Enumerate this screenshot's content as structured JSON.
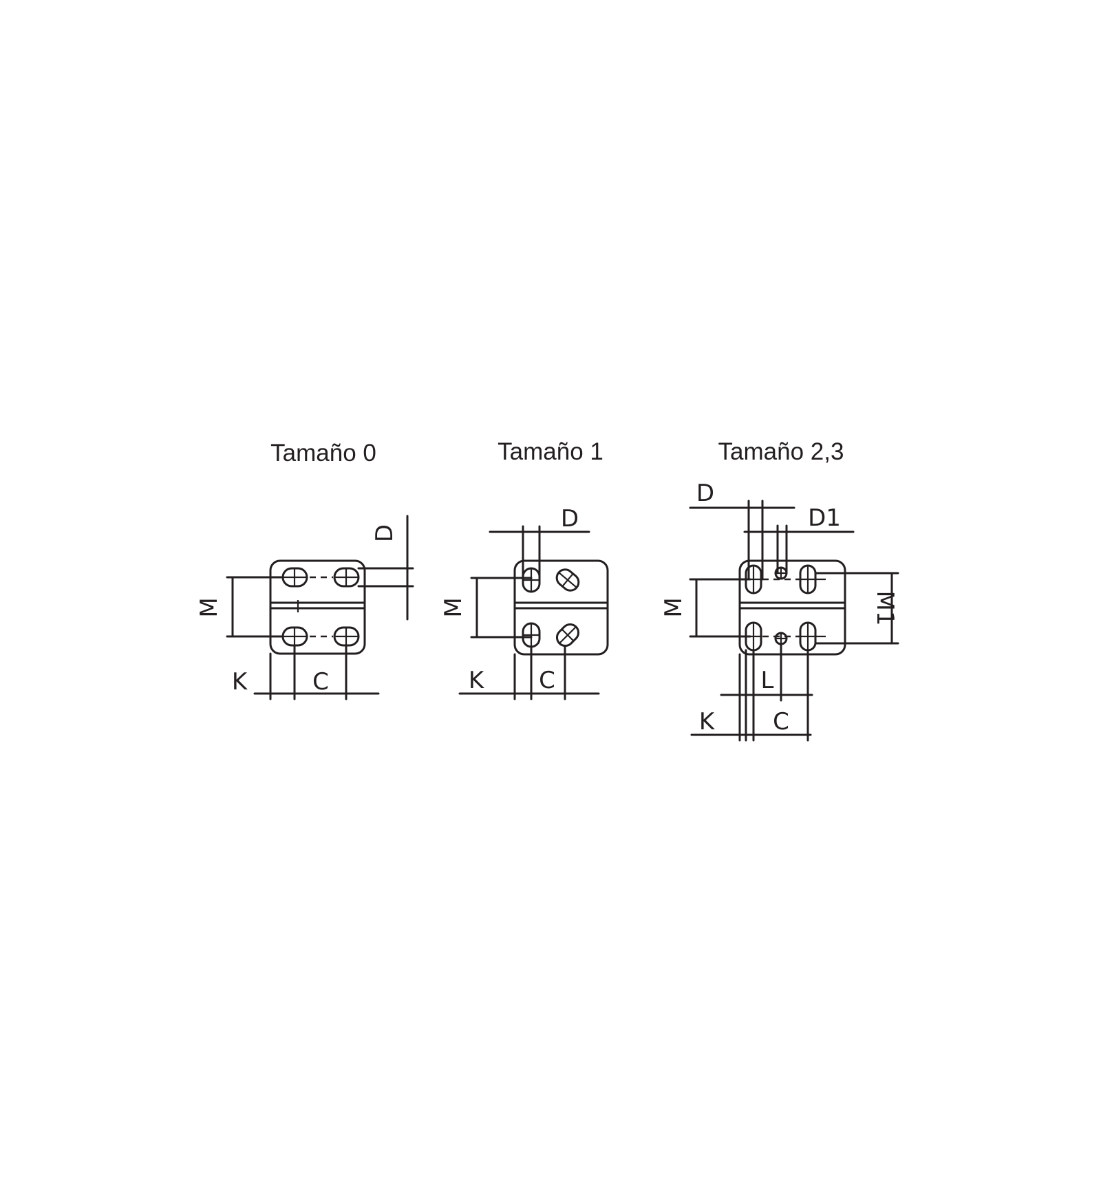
{
  "figures": [
    {
      "id": "size-0",
      "title": "Tamaño 0",
      "labels": {
        "D": "D",
        "M": "M",
        "K": "K",
        "C": "C"
      }
    },
    {
      "id": "size-1",
      "title": "Tamaño 1",
      "labels": {
        "D": "D",
        "M": "M",
        "K": "K",
        "C": "C"
      }
    },
    {
      "id": "size-2-3",
      "title": "Tamaño 2,3",
      "labels": {
        "D": "D",
        "D1": "D1",
        "M": "M",
        "M1": "M1",
        "L": "L",
        "K": "K",
        "C": "C"
      }
    }
  ],
  "colors": {
    "ink": "#231f20",
    "background": "#ffffff"
  }
}
